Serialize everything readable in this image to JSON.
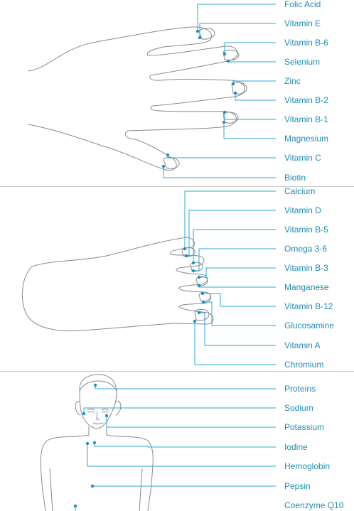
{
  "panels": [
    {
      "id": "hand",
      "labels": [
        "Folic Acid",
        "Vitamin E",
        "Vitamin B-6",
        "Selenium",
        "Zinc",
        "Vitamin B-2",
        "Vitamin B-1",
        "Magnesium",
        "Vitamin C",
        "Biotin"
      ]
    },
    {
      "id": "foot",
      "labels": [
        "Calcium",
        "Vitamin D",
        "Vitamin B-5",
        "Omega 3-6",
        "Vitamin B-3",
        "Manganese",
        "Vitamin B-12",
        "Glucosamine",
        "Vitamin A",
        "Chromium"
      ]
    },
    {
      "id": "body",
      "labels": [
        "Proteins",
        "Sodium",
        "Potassium",
        "Iodine",
        "Hemoglobin",
        "Pepsin",
        "Coenzyme Q10"
      ]
    }
  ],
  "colors": {
    "accent": "#29a8d6",
    "text": "#1f8db5",
    "outline": "#8a8a8a",
    "divider": "#c9c9c9"
  }
}
